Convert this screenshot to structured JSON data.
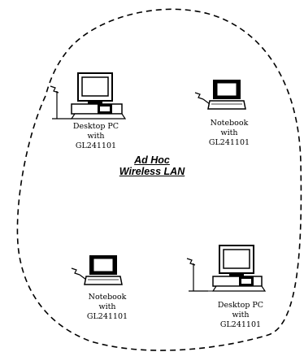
{
  "title_line1": "Ad Hoc",
  "title_line2": "Wireless LAN",
  "nodes": [
    {
      "id": "desktop-top-left",
      "kind": "desktop",
      "name": "Desktop PC",
      "line2": "with",
      "line3": "GL241101"
    },
    {
      "id": "notebook-top-right",
      "kind": "notebook",
      "name": "Notebook",
      "line2": "with",
      "line3": "GL241101"
    },
    {
      "id": "notebook-bottom-left",
      "kind": "notebook",
      "name": "Notebook",
      "line2": "with",
      "line3": "GL241101"
    },
    {
      "id": "desktop-bottom-right",
      "kind": "desktop",
      "name": "Desktop PC",
      "line2": "with",
      "line3": "GL241101"
    }
  ],
  "boundary_style": "dashed"
}
